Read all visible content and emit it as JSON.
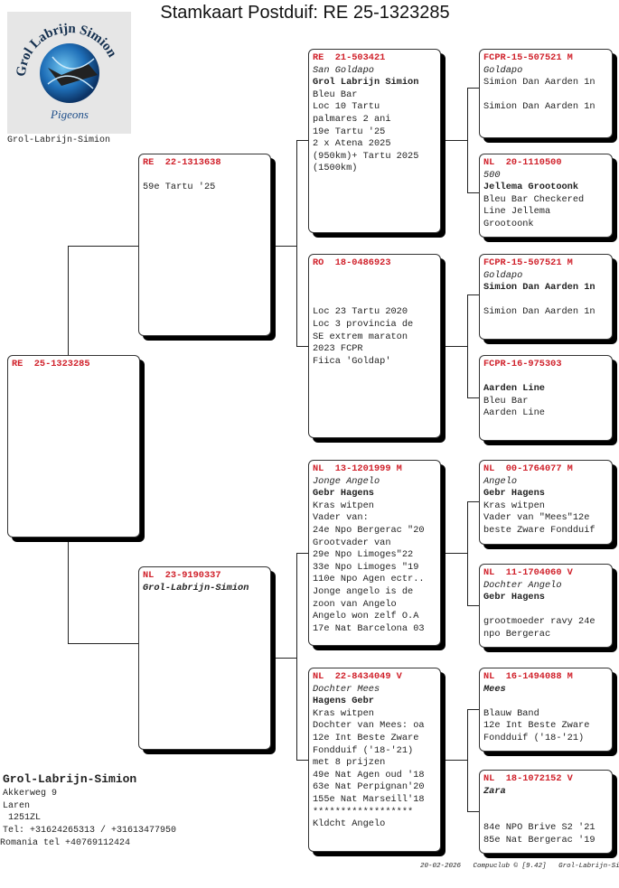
{
  "title": "Stamkaart Postduif: RE  25-1323285",
  "logo": {
    "text_top": "Grol Labrijn Simion",
    "text_bottom": "Pigeons",
    "caption": "Grol-Labrijn-Simion",
    "colors": {
      "globe": "#1f6fb8",
      "bg": "#e6e6e6"
    }
  },
  "colors": {
    "ring": "#d0202a",
    "shadow": "#000000"
  },
  "pedigree": {
    "g1": [
      {
        "lines": [
          {
            "t": "RE  25-1323285",
            "s": "ring"
          }
        ]
      }
    ],
    "g2": [
      {
        "lines": [
          {
            "t": "RE  22-1313638",
            "s": "ring"
          },
          {
            "t": "",
            "s": "plain"
          },
          {
            "t": "59e Tartu '25",
            "s": "plain"
          }
        ]
      },
      {
        "lines": [
          {
            "t": "NL  23-9190337",
            "s": "ring"
          },
          {
            "t": "Grol-Labrijn-Simion",
            "s": "namebold"
          }
        ]
      }
    ],
    "g3": [
      {
        "lines": [
          {
            "t": "RE  21-503421",
            "s": "ring"
          },
          {
            "t": "San Goldapo",
            "s": "name"
          },
          {
            "t": "Grol Labrijn Simion",
            "s": "bold"
          },
          {
            "t": "Bleu Bar",
            "s": "plain"
          },
          {
            "t": "Loc 10 Tartu",
            "s": "plain"
          },
          {
            "t": "palmares 2 ani",
            "s": "plain"
          },
          {
            "t": "19e Tartu '25",
            "s": "plain"
          },
          {
            "t": "2 x Atena 2025",
            "s": "plain"
          },
          {
            "t": "(950km)+ Tartu 2025",
            "s": "plain"
          },
          {
            "t": "(1500km)",
            "s": "plain"
          }
        ]
      },
      {
        "lines": [
          {
            "t": "RO  18-0486923",
            "s": "ring"
          },
          {
            "t": "",
            "s": "plain"
          },
          {
            "t": "",
            "s": "plain"
          },
          {
            "t": "",
            "s": "plain"
          },
          {
            "t": "Loc 23 Tartu 2020",
            "s": "plain"
          },
          {
            "t": "Loc 3 provincia de",
            "s": "plain"
          },
          {
            "t": "SE extrem maraton",
            "s": "plain"
          },
          {
            "t": "2023 FCPR",
            "s": "plain"
          },
          {
            "t": "Fiica 'Goldap'",
            "s": "plain"
          }
        ]
      },
      {
        "lines": [
          {
            "t": "NL  13-1201999 M",
            "s": "ring"
          },
          {
            "t": "Jonge Angelo",
            "s": "name"
          },
          {
            "t": "Gebr Hagens",
            "s": "bold"
          },
          {
            "t": "Kras witpen",
            "s": "plain"
          },
          {
            "t": "Vader van:",
            "s": "plain"
          },
          {
            "t": "24e Npo Bergerac \"20",
            "s": "plain"
          },
          {
            "t": "Grootvader van",
            "s": "plain"
          },
          {
            "t": "29e Npo Limoges\"22",
            "s": "plain"
          },
          {
            "t": "33e Npo Limoges \"19",
            "s": "plain"
          },
          {
            "t": "110e Npo Agen ectr..",
            "s": "plain"
          },
          {
            "t": "Jonge angelo is de",
            "s": "plain"
          },
          {
            "t": "zoon van Angelo",
            "s": "plain"
          },
          {
            "t": "Angelo won zelf O.A",
            "s": "plain"
          },
          {
            "t": "17e Nat Barcelona 03",
            "s": "plain"
          }
        ]
      },
      {
        "lines": [
          {
            "t": "NL  22-8434049 V",
            "s": "ring"
          },
          {
            "t": "Dochter Mees",
            "s": "name"
          },
          {
            "t": "Hagens Gebr",
            "s": "bold"
          },
          {
            "t": "Kras witpen",
            "s": "plain"
          },
          {
            "t": "Dochter van Mees: oa",
            "s": "plain"
          },
          {
            "t": "12e Int Beste Zware",
            "s": "plain"
          },
          {
            "t": "Fondduif ('18-'21)",
            "s": "plain"
          },
          {
            "t": "met 8 prijzen",
            "s": "plain"
          },
          {
            "t": "49e Nat Agen oud '18",
            "s": "plain"
          },
          {
            "t": "63e Nat Perpignan'20",
            "s": "plain"
          },
          {
            "t": "155e Nat Marseill'18",
            "s": "plain"
          },
          {
            "t": "******************",
            "s": "plain"
          },
          {
            "t": "Kldcht Angelo",
            "s": "plain"
          }
        ]
      }
    ],
    "g4": [
      {
        "lines": [
          {
            "t": "FCPR-15-507521 M",
            "s": "ring"
          },
          {
            "t": "Goldapo",
            "s": "name"
          },
          {
            "t": "Simion Dan Aarden 1n",
            "s": "plain"
          },
          {
            "t": "",
            "s": "plain"
          },
          {
            "t": "Simion Dan Aarden 1n",
            "s": "plain"
          }
        ]
      },
      {
        "lines": [
          {
            "t": "NL  20-1110500",
            "s": "ring"
          },
          {
            "t": "500",
            "s": "name"
          },
          {
            "t": "Jellema Grootoonk",
            "s": "bold"
          },
          {
            "t": "Bleu Bar Checkered",
            "s": "plain"
          },
          {
            "t": "Line Jellema",
            "s": "plain"
          },
          {
            "t": "Grootoonk",
            "s": "plain"
          }
        ]
      },
      {
        "lines": [
          {
            "t": "FCPR-15-507521 M",
            "s": "ring"
          },
          {
            "t": "Goldapo",
            "s": "name"
          },
          {
            "t": "Simion Dan Aarden 1n",
            "s": "bold"
          },
          {
            "t": "",
            "s": "plain"
          },
          {
            "t": "Simion Dan Aarden 1n",
            "s": "plain"
          }
        ]
      },
      {
        "lines": [
          {
            "t": "FCPR-16-975303",
            "s": "ring"
          },
          {
            "t": "",
            "s": "plain"
          },
          {
            "t": "Aarden Line",
            "s": "bold"
          },
          {
            "t": "Bleu Bar",
            "s": "plain"
          },
          {
            "t": "Aarden Line",
            "s": "plain"
          }
        ]
      },
      {
        "lines": [
          {
            "t": "NL  00-1764077 M",
            "s": "ring"
          },
          {
            "t": "Angelo",
            "s": "name"
          },
          {
            "t": "Gebr Hagens",
            "s": "bold"
          },
          {
            "t": "Kras witpen",
            "s": "plain"
          },
          {
            "t": "Vader van \"Mees\"12e",
            "s": "plain"
          },
          {
            "t": "beste Zware Fondduif",
            "s": "plain"
          }
        ]
      },
      {
        "lines": [
          {
            "t": "NL  11-1704060 V",
            "s": "ring"
          },
          {
            "t": "Dochter Angelo",
            "s": "name"
          },
          {
            "t": "Gebr Hagens",
            "s": "bold"
          },
          {
            "t": "",
            "s": "plain"
          },
          {
            "t": "grootmoeder ravy 24e",
            "s": "plain"
          },
          {
            "t": "npo Bergerac",
            "s": "plain"
          }
        ]
      },
      {
        "lines": [
          {
            "t": "NL  16-1494088 M",
            "s": "ring"
          },
          {
            "t": "Mees",
            "s": "namebold"
          },
          {
            "t": "",
            "s": "plain"
          },
          {
            "t": "Blauw Band",
            "s": "plain"
          },
          {
            "t": "12e Int Beste Zware",
            "s": "plain"
          },
          {
            "t": "Fondduif ('18-'21)",
            "s": "plain"
          }
        ]
      },
      {
        "lines": [
          {
            "t": "NL  18-1072152 V",
            "s": "ring"
          },
          {
            "t": "Zara",
            "s": "namebold"
          },
          {
            "t": "",
            "s": "plain"
          },
          {
            "t": "",
            "s": "plain"
          },
          {
            "t": "84e NPO Brive S2 '21",
            "s": "plain"
          },
          {
            "t": "85e Nat Bergerac '19",
            "s": "plain"
          }
        ]
      }
    ]
  },
  "address": {
    "name": "Grol-Labrijn-Simion",
    "lines": [
      "Akkerweg 9",
      "Laren",
      " 1251ZL",
      "Tel: +31624265313 / +31613477950"
    ],
    "romania": "Romania tel +40769112424"
  },
  "footer": {
    "date": "20-02-2026",
    "software": "Compuclub © [9.42]",
    "owner": "Grol-Labrijn-Simion"
  }
}
